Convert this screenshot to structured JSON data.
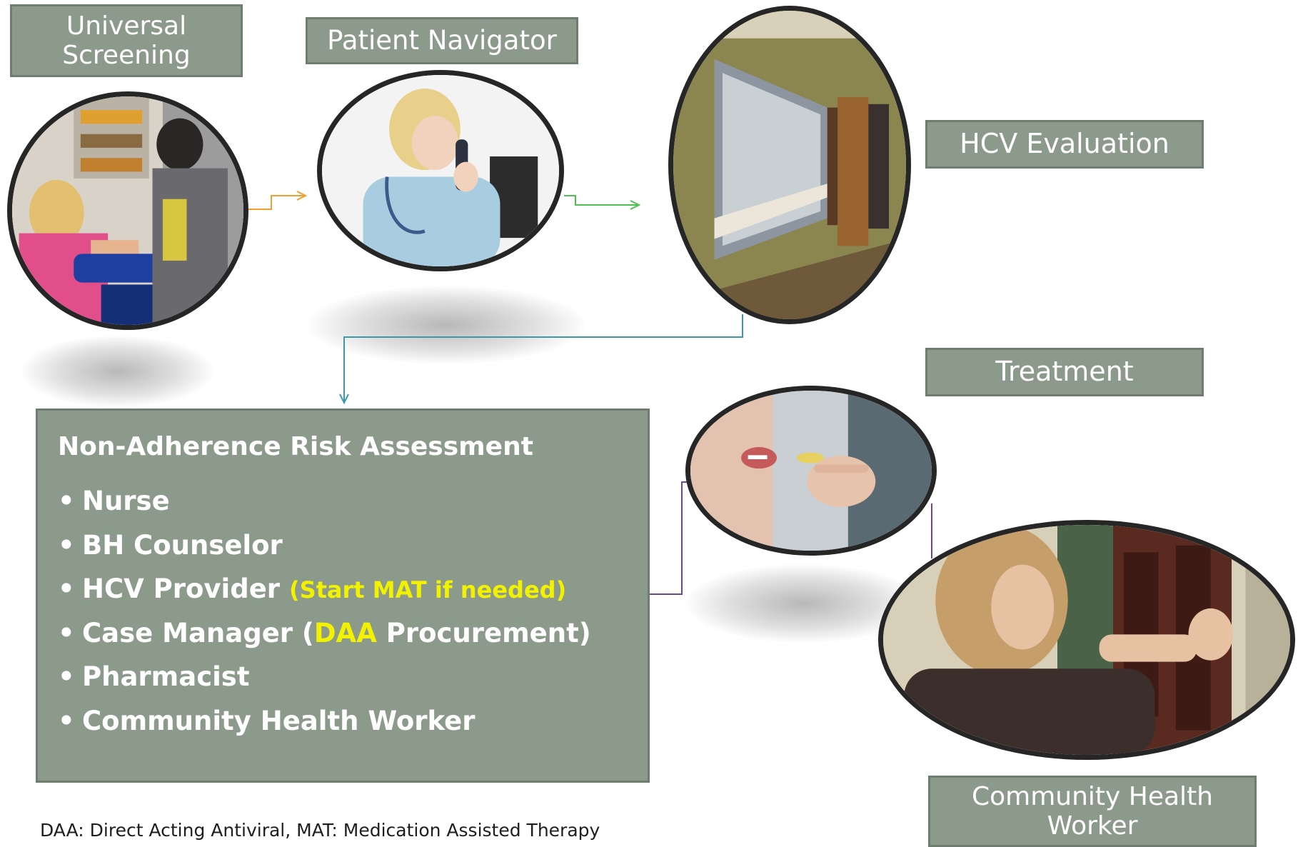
{
  "labels": {
    "universal_screening": "Universal\nScreening",
    "patient_navigator": "Patient Navigator",
    "hcv_evaluation": "HCV Evaluation",
    "treatment": "Treatment",
    "community_health_worker": "Community Health\nWorker"
  },
  "assessment": {
    "title": "Non-Adherence Risk Assessment",
    "items": {
      "nurse": "Nurse",
      "bh_counselor": "BH Counselor",
      "hcv_provider": "HCV Provider",
      "hcv_provider_note": "(Start MAT if needed)",
      "case_manager_pre": "Case Manager (",
      "case_manager_daa": "DAA",
      "case_manager_post": " Procurement)",
      "pharmacist": "Pharmacist",
      "chw": "Community Health Worker"
    }
  },
  "footnote": "DAA: Direct Acting Antiviral,  MAT: Medication Assisted Therapy",
  "colors": {
    "box_fill": "#8c9a8c",
    "box_border": "#6f7d70",
    "highlight": "#f2f200",
    "arrow_orange": "#f0a030",
    "arrow_green": "#50c050",
    "arrow_teal": "#3a9aaa",
    "arrow_purple": "#6a4a8a"
  }
}
